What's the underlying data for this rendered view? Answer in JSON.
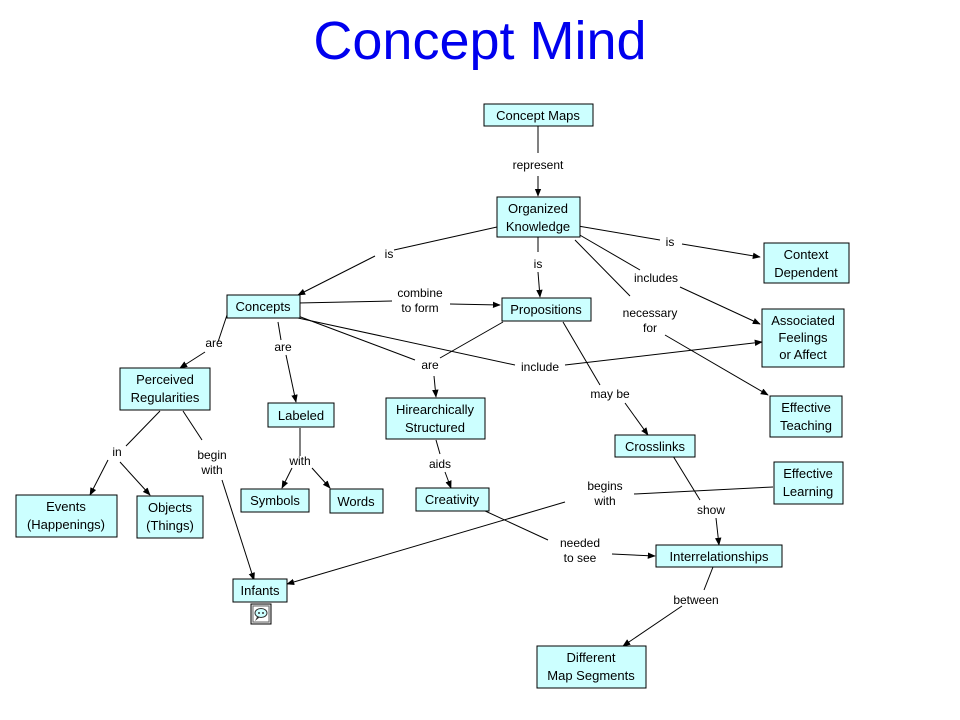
{
  "title": "Concept Mind",
  "concepts": {
    "concept_maps": "Concept Maps",
    "organized_knowledge": [
      "Organized",
      "Knowledge"
    ],
    "context_dependent": [
      "Context",
      "Dependent"
    ],
    "concepts": "Concepts",
    "propositions": "Propositions",
    "associated_feelings": [
      "Associated",
      "Feelings",
      "or Affect"
    ],
    "perceived_regularities": [
      "Perceived",
      "Regularities"
    ],
    "labeled": "Labeled",
    "hierarchically_structured": [
      "Hirearchically",
      "Structured"
    ],
    "effective_teaching": [
      "Effective",
      "Teaching"
    ],
    "crosslinks": "Crosslinks",
    "effective_learning": [
      "Effective",
      "Learning"
    ],
    "events": [
      "Events",
      "(Happenings)"
    ],
    "objects": [
      "Objects",
      "(Things)"
    ],
    "symbols": "Symbols",
    "words": "Words",
    "creativity": "Creativity",
    "interrelationships": "Interrelationships",
    "infants": "Infants",
    "different_map_segments": [
      "Different",
      "Map Segments"
    ]
  },
  "links": {
    "represent": "represent",
    "is_left": "is",
    "is_mid": "is",
    "is_right": "is",
    "includes": "includes",
    "necessary_for": [
      "necessary",
      "for"
    ],
    "combine_to_form": [
      "combine",
      "to form"
    ],
    "are_left": "are",
    "are_mid": "are",
    "are_hier": "are",
    "include": "include",
    "may_be": "may be",
    "in": "in",
    "begin_with": [
      "begin",
      "with"
    ],
    "with": "with",
    "aids": "aids",
    "begins_with": [
      "begins",
      "with"
    ],
    "show": "show",
    "needed_to_see": [
      "needed",
      "to see"
    ],
    "between": "between"
  },
  "icons": {
    "resource": "link-resource-icon"
  },
  "colors": {
    "title": "#0000ee",
    "node_fill": "#ccffff",
    "line": "#000000"
  }
}
